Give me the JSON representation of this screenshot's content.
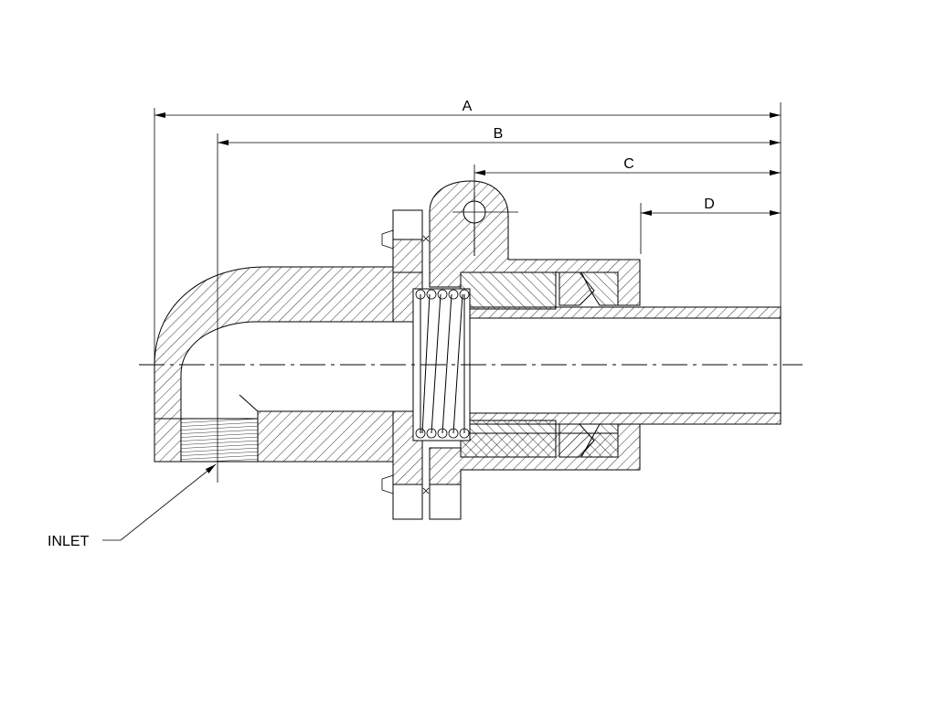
{
  "dimensions": [
    {
      "id": "A",
      "label": "A"
    },
    {
      "id": "B",
      "label": "B"
    },
    {
      "id": "C",
      "label": "C"
    },
    {
      "id": "D",
      "label": "D"
    }
  ],
  "callout": {
    "label": "INLET"
  }
}
